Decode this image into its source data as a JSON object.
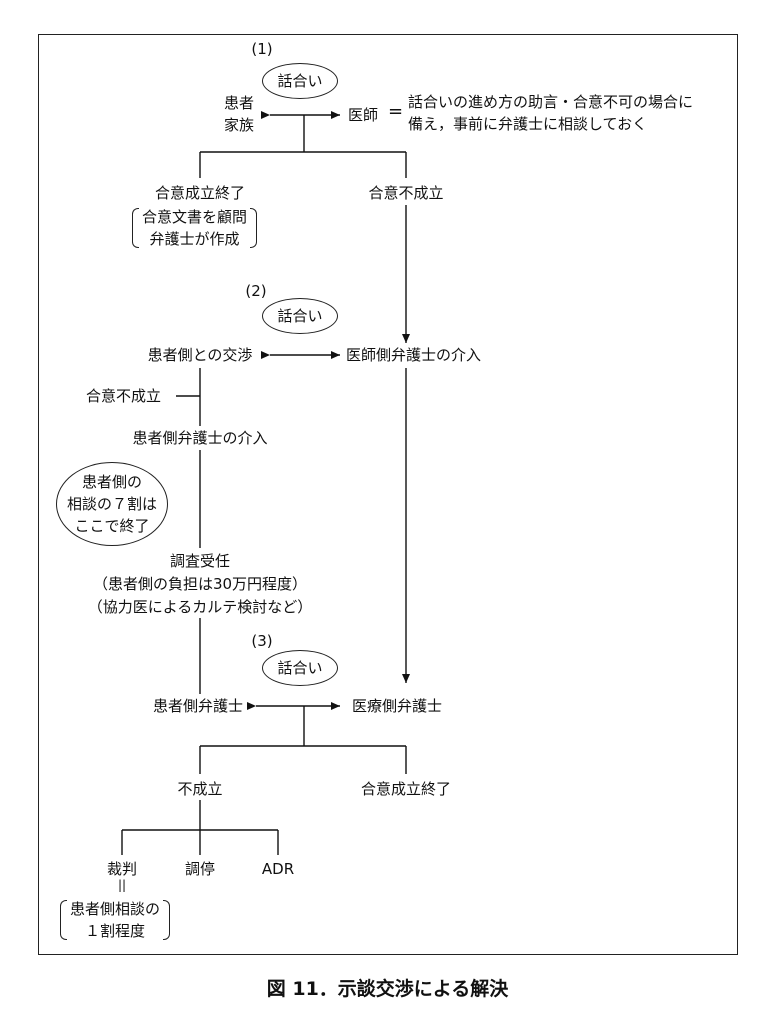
{
  "step1": {
    "label": "(1)",
    "talk": "話合い",
    "left_line1": "患者",
    "left_line2": "家族",
    "right": "医師",
    "equals": "=",
    "note_line1": "話合いの進め方の助言・合意不可の場合に",
    "note_line2": "備え，事前に弁護士に相談しておく",
    "branch_left": "合意成立終了",
    "branch_left_note_line1": "合意文書を顧問",
    "branch_left_note_line2": "弁護士が作成",
    "branch_right": "合意不成立"
  },
  "step2": {
    "label": "(2)",
    "talk": "話合い",
    "left": "患者側との交渉",
    "right": "医師側弁護士の介入",
    "fail": "合意不成立",
    "patient_lawyer": "患者側弁護士の介入",
    "bubble_line1": "患者側の",
    "bubble_line2": "相談の７割は",
    "bubble_line3": "ここで終了",
    "investigation_line1": "調査受任",
    "investigation_line2": "（患者側の負担は30万円程度）",
    "investigation_line3": "（協力医によるカルテ検討など）"
  },
  "step3": {
    "label": "(3)",
    "talk": "話合い",
    "left": "患者側弁護士",
    "right": "医療側弁護士",
    "branch_left": "不成立",
    "branch_right": "合意成立終了",
    "option1": "裁判",
    "option2": "調停",
    "option3": "ADR",
    "equals_mark": "||",
    "option1_note_line1": "患者側相談の",
    "option1_note_line2": "１割程度"
  },
  "caption": "図 11．示談交渉による解決"
}
